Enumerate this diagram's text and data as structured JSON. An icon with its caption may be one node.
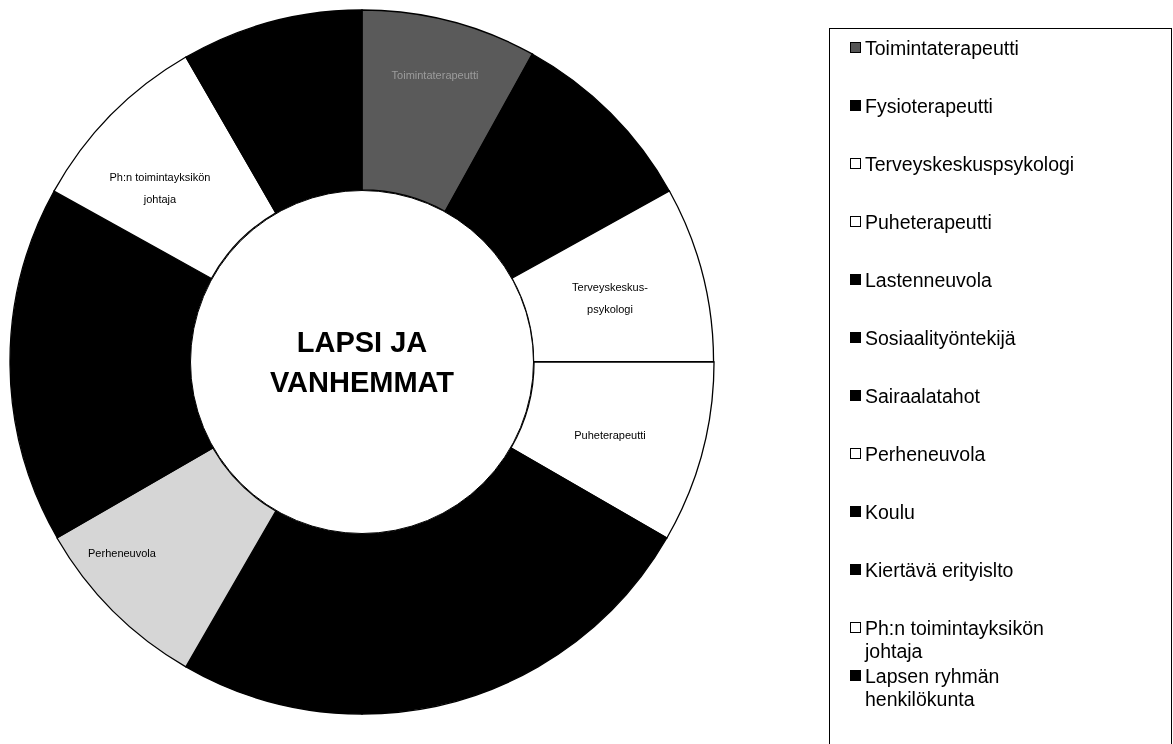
{
  "diagram": {
    "nodes": [
      {
        "text": [
          "LAPSI JA VANHEMMAT"
        ]
      },
      {
        "text": [
          "Toimintaterapeutti"
        ]
      },
      {
        "text": [],
        "shape": "wedge"
      },
      {
        "text": [
          "Terveyskeskus- psykologi"
        ]
      },
      {
        "text": [
          "Puheterapeutti"
        ]
      },
      {
        "text": [],
        "shape": "wedge"
      },
      {
        "text": [],
        "shape": "wedge"
      },
      {
        "text": [
          "Perheneuvola"
        ]
      },
      {
        "text": [],
        "shape": "wedge"
      },
      {
        "text": [
          "Ph:n toimintayksikön johtaja"
        ]
      },
      {
        "text": [],
        "shape": "wedge"
      }
    ],
    "legend": [
      {
        "text": "Toimintaterapeutti",
        "color": "#555555"
      },
      {
        "text": "Fysioterapeutti",
        "color": "#000000"
      },
      {
        "text": "Terveyskeskuspsykologi",
        "color": "#ffffff"
      },
      {
        "text": "Puheterapeutti",
        "color": "#ffffff"
      },
      {
        "text": "Lastenneuvola",
        "color": "#000000"
      },
      {
        "text": "Sosiaalityöntekijä",
        "color": "#000000"
      },
      {
        "text": "Sairaalatahot",
        "color": "#000000"
      },
      {
        "text": "Perheneuvola",
        "color": "#ffffff"
      },
      {
        "text": "Koulu",
        "color": "#000000"
      },
      {
        "text": "Kiertävä erityislto",
        "color": "#000000"
      },
      {
        "text": "Ph:n toimintayksikön johtaja",
        "color": "#ffffff"
      },
      {
        "text": "Lapsen ryhmän henkilökunta",
        "color": "#000000"
      }
    ]
  }
}
